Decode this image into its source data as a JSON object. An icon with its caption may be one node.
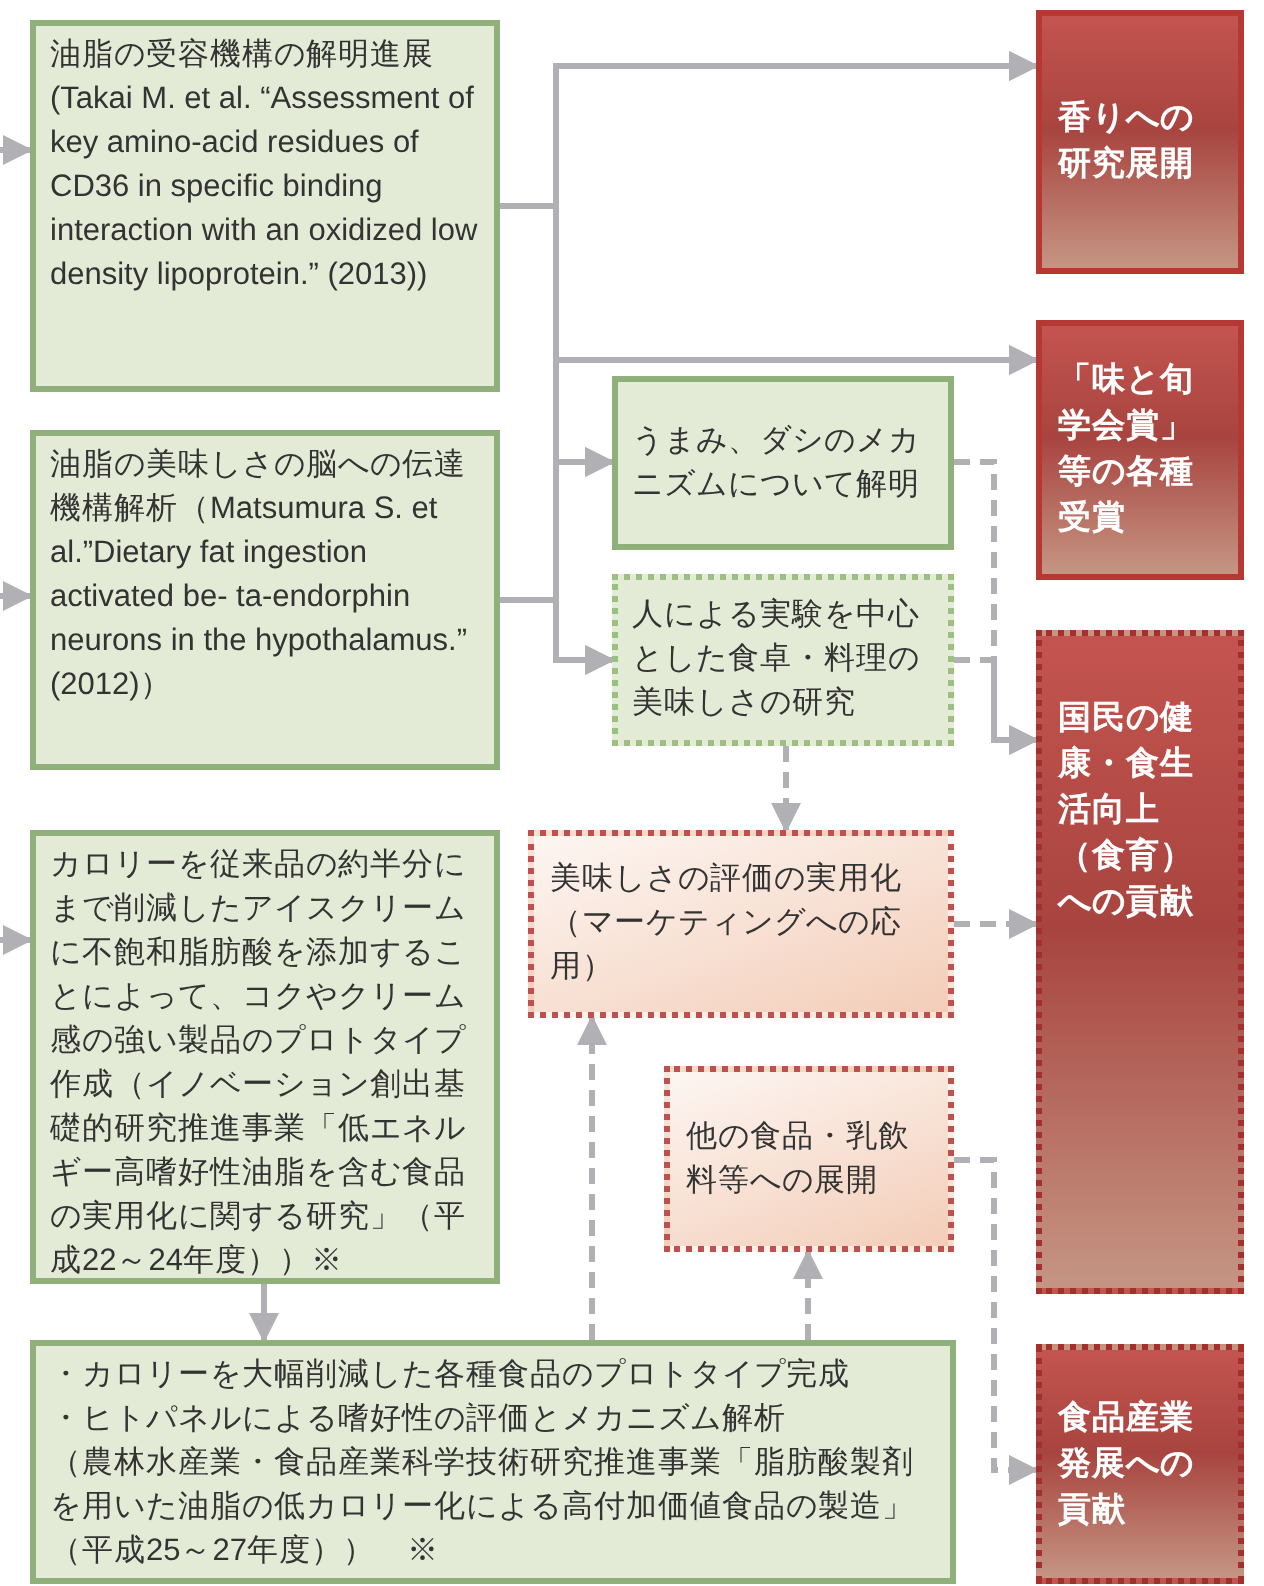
{
  "diagram": {
    "nodes": [
      {
        "text": [
          "油脂の受容機構の解明進展 (Takai M. et al. “Assessment of key amino-acid residues of CD36 in specific binding interaction with an oxidized low density lipoprotein.” (2013))"
        ]
      },
      {
        "text": [
          "油脂の美味しさの脳への伝達機構解析（Matsumura S. et al.”Dietary fat ingestion activated be- ta-endorphin neurons in the hypothalamus.” (2012)）"
        ]
      },
      {
        "text": [
          "カロリーを従来品の約半分にまで削減したアイスクリームに不飽和脂肪酸を添加することによって、コクやクリーム感の強い製品のプロトタイプ作成（イノベーション創出基礎的研究推進事業「低エネルギー高嗜好性油脂を含む食品の実用化に関する研究」（平成22～24年度））※"
        ]
      },
      {
        "text": [
          "・カロリーを大幅削減した各種食品のプロトタイプ完成",
          "・ヒトパネルによる嗜好性の評価とメカニズム解析",
          "（農林水産業・食品産業科学技術研究推進事業「脂肪酸製剤を用いた油脂の低カロリー化による高付加価値食品の製造」（平成25～27年度））　※"
        ]
      },
      {
        "text": [
          "うまみ、ダシのメカニズムについて解明"
        ]
      },
      {
        "text": [
          "人による実験を中心とした食卓・料理の美味しさの研究"
        ]
      },
      {
        "text": [
          "美味しさの評価の実用化（マーケティングへの応用）"
        ]
      },
      {
        "text": [
          "他の食品・乳飲料等への展開"
        ]
      },
      {
        "text": [
          "香りへの研究展開"
        ]
      },
      {
        "text": [
          "「味と旬学会賞」等の各種受賞"
        ]
      },
      {
        "text": [
          "国民の健康・食生活向上（食育）への貢献"
        ]
      },
      {
        "text": [
          "食品産業発展への貢献"
        ]
      }
    ],
    "edges": [
      {
        "from": null,
        "to": 0,
        "arrow": "to"
      },
      {
        "from": null,
        "to": 1,
        "arrow": "to"
      },
      {
        "from": null,
        "to": 2,
        "arrow": "to"
      },
      {
        "from": 0,
        "to": 8,
        "arrow": "to"
      },
      {
        "from": 0,
        "to": 9,
        "arrow": "to"
      },
      {
        "from": 0,
        "to": 4,
        "arrow": "to"
      },
      {
        "from": 0,
        "to": 5,
        "arrow": "to"
      },
      {
        "from": 1,
        "to": 8,
        "arrow": "to"
      },
      {
        "from": 1,
        "to": 9,
        "arrow": "to"
      },
      {
        "from": 1,
        "to": 4,
        "arrow": "to"
      },
      {
        "from": 1,
        "to": 5,
        "arrow": "to"
      },
      {
        "from": 2,
        "to": 3,
        "arrow": "to"
      },
      {
        "from": 5,
        "to": 6,
        "arrow": "to",
        "style": "dashed"
      },
      {
        "from": 4,
        "to": 10,
        "arrow": "to",
        "style": "dashed"
      },
      {
        "from": 5,
        "to": 10,
        "arrow": "to",
        "style": "dashed"
      },
      {
        "from": 6,
        "to": 10,
        "arrow": "to",
        "style": "dashed"
      },
      {
        "from": 3,
        "to": 6,
        "arrow": "to",
        "style": "dashed"
      },
      {
        "from": 3,
        "to": 7,
        "arrow": "to",
        "style": "dashed"
      },
      {
        "from": 7,
        "to": 11,
        "arrow": "to",
        "style": "dashed"
      }
    ]
  }
}
